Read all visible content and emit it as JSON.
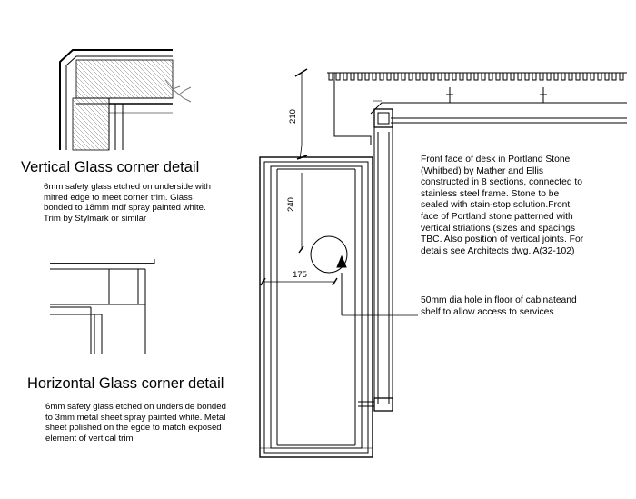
{
  "details": {
    "vertical": {
      "title": "Vertical Glass corner detail",
      "note": "6mm safety glass etched on underside with mitred edge to meet corner trim. Glass bonded to 18mm mdf spray painted white. Trim by Stylmark or similar"
    },
    "horizontal": {
      "title": "Horizontal Glass corner detail",
      "note": "6mm safety glass etched on underside bonded to 3mm metal sheet spray painted white. Metal sheet polished on the egde to match exposed element of vertical trim"
    }
  },
  "annotations": {
    "desk_front": "Front face of desk in Portland Stone (Whitbed) by Mather and Ellis constructed in 8 sections, connected to stainless steel frame. Stone to be sealed with stain-stop solution.Front face of Portland stone patterned with vertical striations (sizes and spacings TBC. Also position of vertical joints. For details see Architects dwg. A(32-102)",
    "hole": "50mm dia hole in floor of cabinateand shelf to allow access to services"
  },
  "dimensions": {
    "d210": "210",
    "d240": "240",
    "d175": "175"
  }
}
